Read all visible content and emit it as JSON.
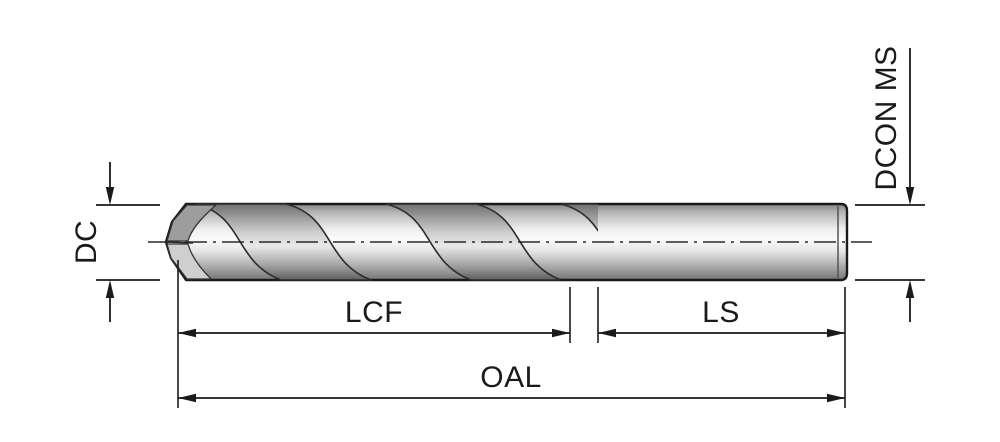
{
  "diagram": {
    "type": "technical-drawing",
    "subject": "twist drill side view with dimension callouts",
    "dimension_labels": {
      "dc": "DC",
      "dcon": "DCON MS",
      "lcf": "LCF",
      "ls": "LS",
      "oal": "OAL"
    },
    "colors": {
      "background": "#ffffff",
      "line": "#1a1a1a",
      "metal_light": "#fafafa",
      "metal_dark": "#787878"
    }
  }
}
